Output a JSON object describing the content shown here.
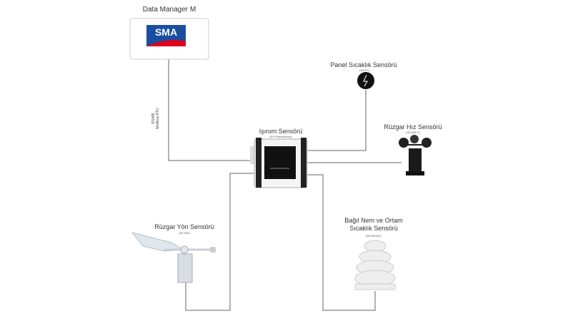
{
  "data_manager": {
    "title": "Data Manager M",
    "logo_text": "SMA"
  },
  "connection": {
    "line1": "RS485",
    "line2": "Modbus RTU"
  },
  "irradiance_sensor": {
    "title": "Işınım Sensörü",
    "code": "(PV Piranometre)"
  },
  "panel_temp_sensor": {
    "title": "Panel Sıcaklık Sensörü",
    "code": "(3S-PT)"
  },
  "wind_speed_sensor": {
    "title": "Rüzgar Hız Sensörü",
    "code": "(3S-WS-P)"
  },
  "wind_direction_sensor": {
    "title": "Rüzgar Yön Sensörü",
    "code": "(3S-WD)"
  },
  "humidity_sensor": {
    "title_line1": "Bağıl Nem ve Ortam",
    "title_line2": "Sıcaklık Sensörü",
    "code": "(3S-RHSAT)"
  },
  "colors": {
    "sma_blue": "#1a4fa0",
    "sma_red": "#e2001a",
    "line": "#666666"
  }
}
